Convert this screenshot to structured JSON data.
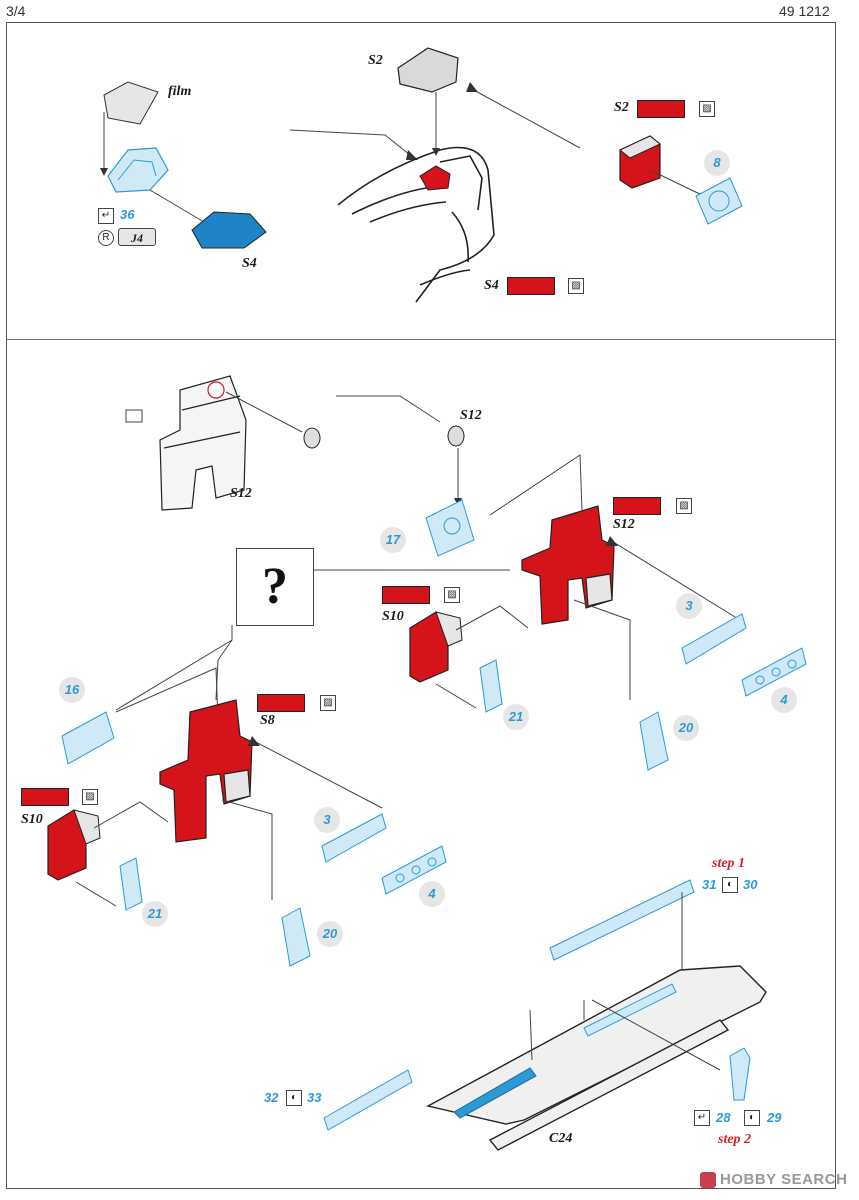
{
  "header": {
    "page": "3/4",
    "code": "49 1212"
  },
  "top_section": {
    "film": "film",
    "s2": "S2",
    "s2_callout": "S2",
    "s4": "S4",
    "s4_callout": "S4",
    "part_8": "8",
    "part_36": "36",
    "j4": "J4"
  },
  "bottom_section": {
    "s12_panel": "S12",
    "s12_knob": "S12",
    "s12_callout": "S12",
    "part_17": "17",
    "question": "?",
    "s10_right": "S10",
    "part_3_right": "3",
    "part_4_right": "4",
    "part_21_right": "21",
    "part_20_right": "20",
    "part_16": "16",
    "s8": "S8",
    "s10_left": "S10",
    "part_3_left": "3",
    "part_4_left": "4",
    "part_21_left": "21",
    "part_20_left": "20"
  },
  "floor_section": {
    "step1": "step 1",
    "part_31": "31",
    "part_30": "30",
    "part_32": "32",
    "part_33": "33",
    "c24": "C24",
    "part_28": "28",
    "part_29": "29",
    "step2": "step 2"
  },
  "colors": {
    "red": "#d4141a",
    "blue": "#2d9ad6",
    "light_blue": "#cfe9f7"
  },
  "watermark": "HOBBY SEARCH"
}
